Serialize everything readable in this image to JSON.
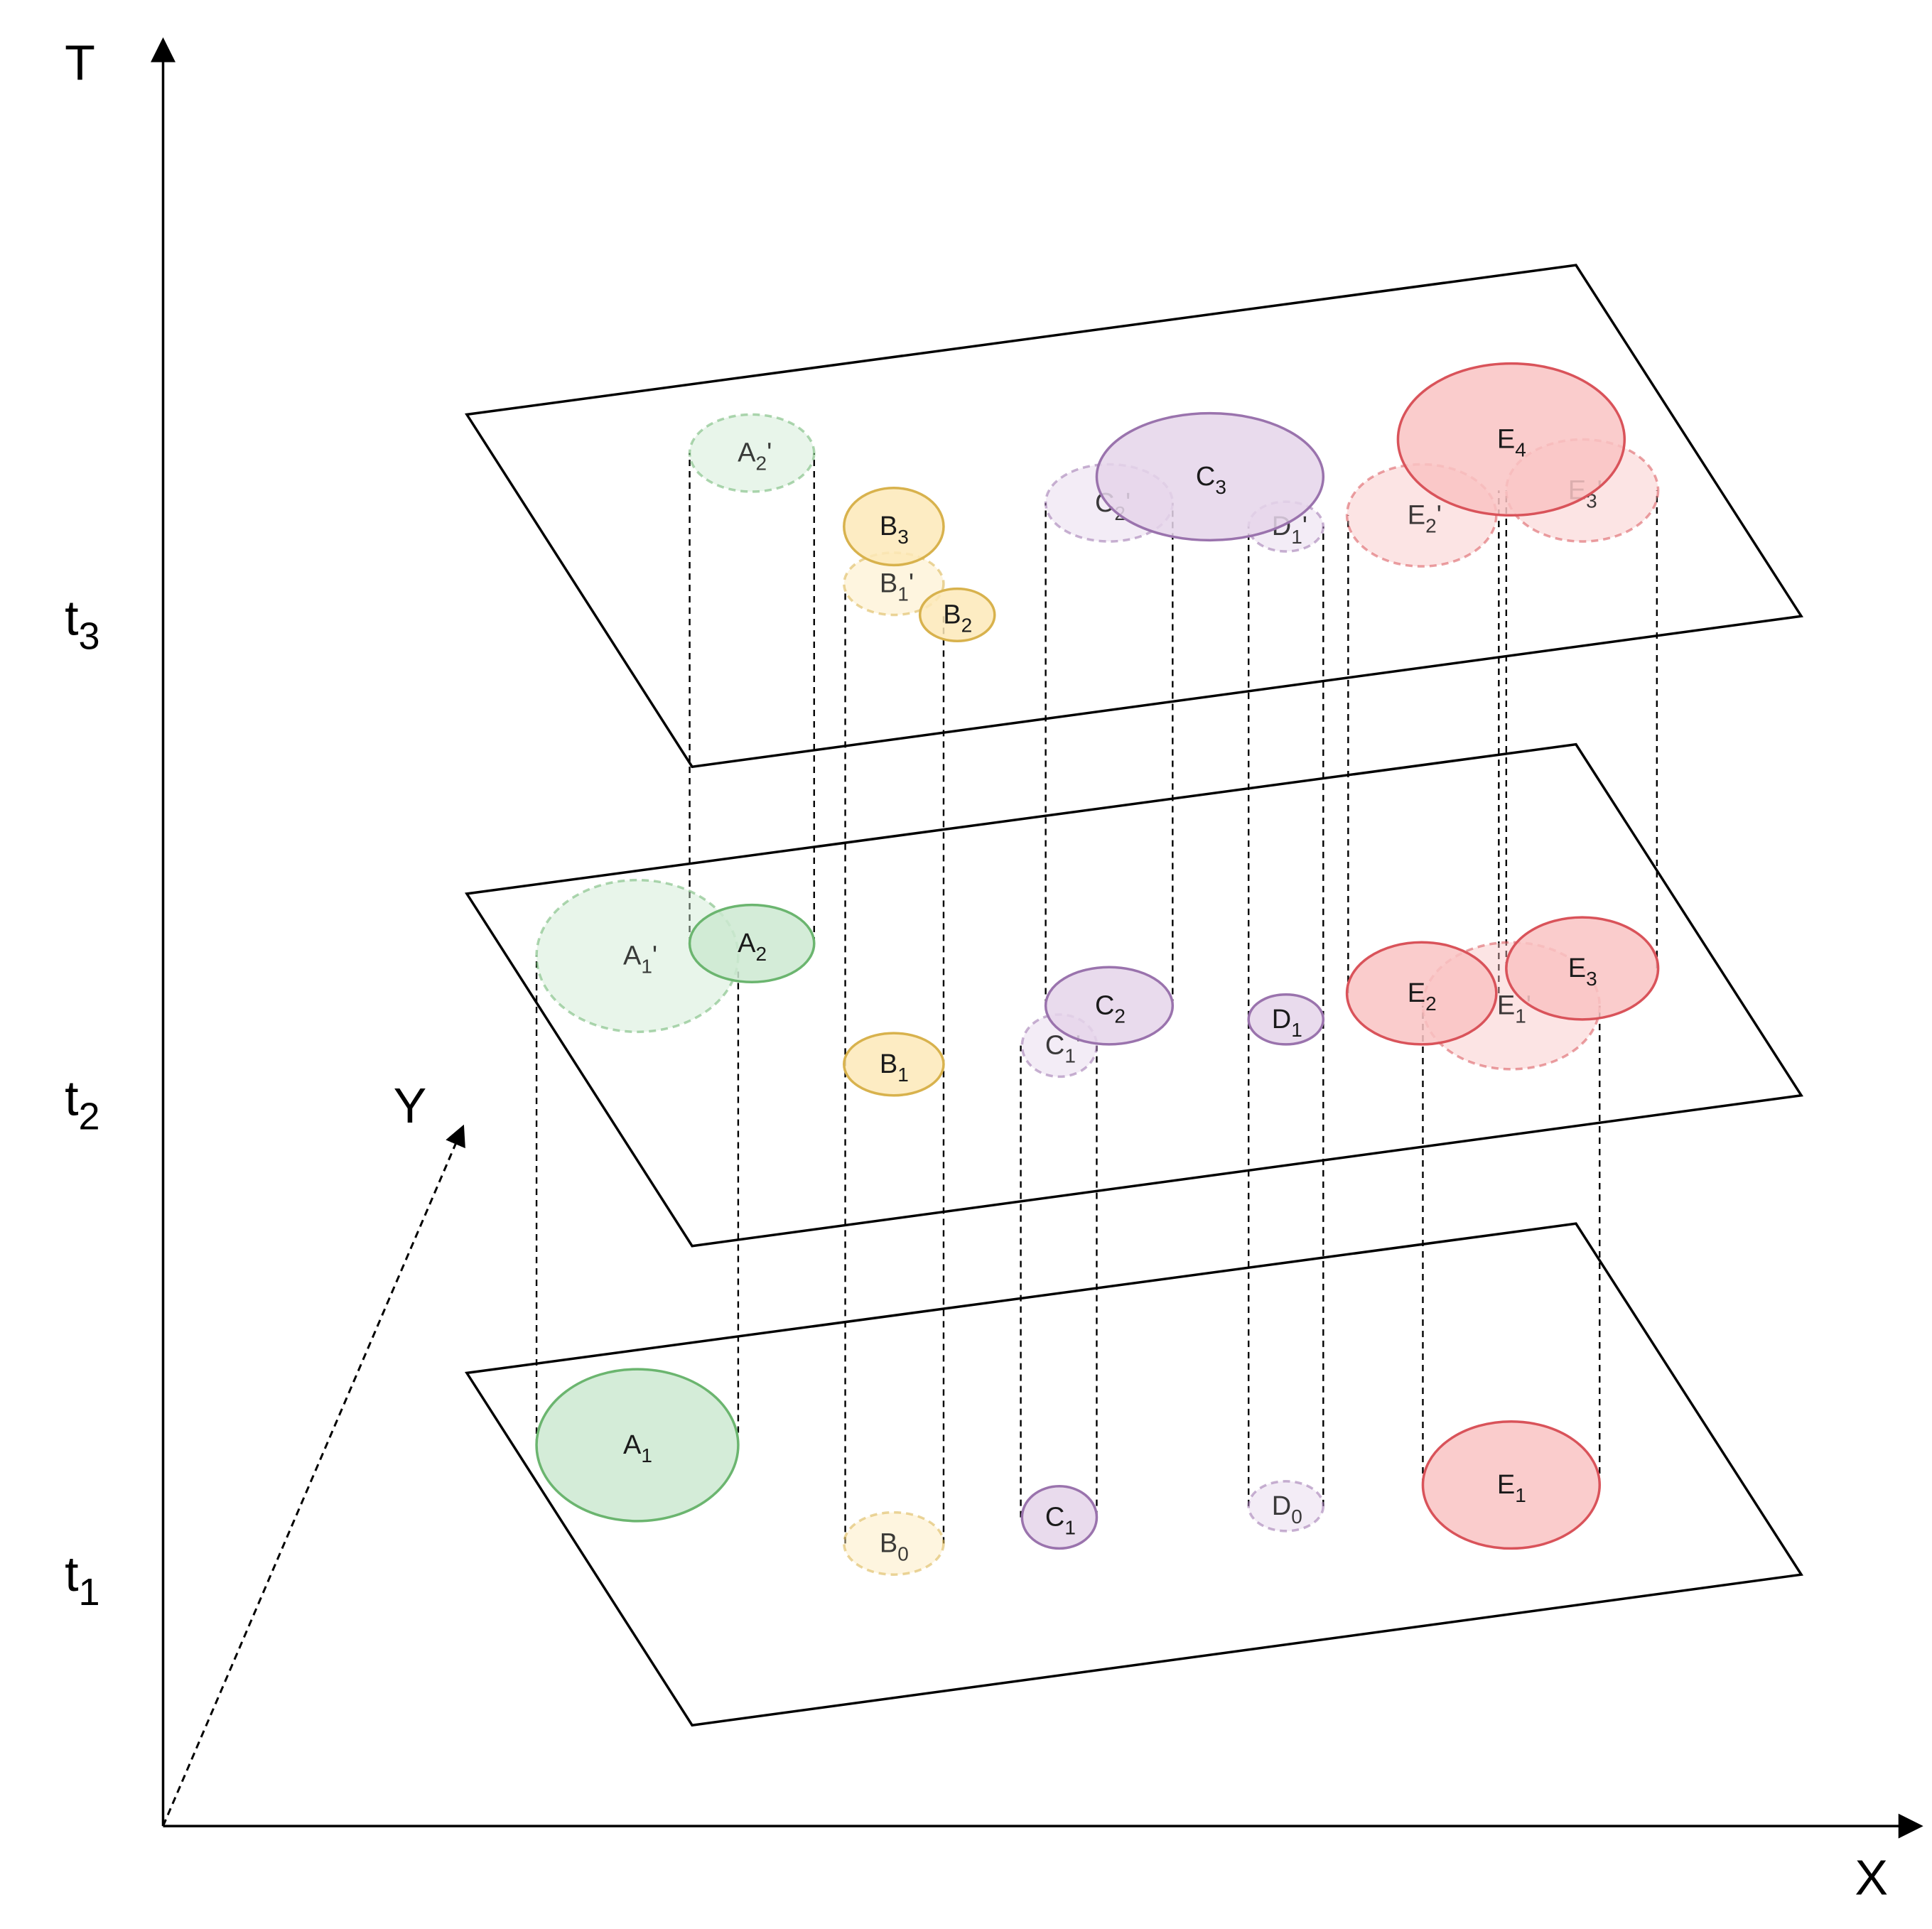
{
  "axes": {
    "t": "T",
    "x": "X",
    "y": "Y"
  },
  "time_labels": [
    {
      "base": "t",
      "sub": "3"
    },
    {
      "base": "t",
      "sub": "2"
    },
    {
      "base": "t",
      "sub": "1"
    }
  ],
  "colors": {
    "green": {
      "fill": "#cde9d1",
      "stroke": "#6bb56f"
    },
    "yellow": {
      "fill": "#fde9b8",
      "stroke": "#d8b24d"
    },
    "purple": {
      "fill": "#e5d5ea",
      "stroke": "#9a73ad"
    },
    "red": {
      "fill": "#f9c3c3",
      "stroke": "#d9535a"
    }
  },
  "regions": [
    {
      "id": "A1",
      "base": "A",
      "sub": "1",
      "prime": "",
      "plane": "t1",
      "color": "green",
      "ghost": false
    },
    {
      "id": "B0",
      "base": "B",
      "sub": "0",
      "prime": "",
      "plane": "t1",
      "color": "yellow",
      "ghost": true
    },
    {
      "id": "C1",
      "base": "C",
      "sub": "1",
      "prime": "",
      "plane": "t1",
      "color": "purple",
      "ghost": false
    },
    {
      "id": "D0",
      "base": "D",
      "sub": "0",
      "prime": "",
      "plane": "t1",
      "color": "purple",
      "ghost": true
    },
    {
      "id": "E1",
      "base": "E",
      "sub": "1",
      "prime": "",
      "plane": "t1",
      "color": "red",
      "ghost": false
    },
    {
      "id": "A1p",
      "base": "A",
      "sub": "1",
      "prime": "'",
      "plane": "t2",
      "color": "green",
      "ghost": true
    },
    {
      "id": "A2",
      "base": "A",
      "sub": "2",
      "prime": "",
      "plane": "t2",
      "color": "green",
      "ghost": false
    },
    {
      "id": "B1",
      "base": "B",
      "sub": "1",
      "prime": "",
      "plane": "t2",
      "color": "yellow",
      "ghost": false
    },
    {
      "id": "C1p",
      "base": "C",
      "sub": "1",
      "prime": "'",
      "plane": "t2",
      "color": "purple",
      "ghost": true
    },
    {
      "id": "C2",
      "base": "C",
      "sub": "2",
      "prime": "",
      "plane": "t2",
      "color": "purple",
      "ghost": false
    },
    {
      "id": "D1",
      "base": "D",
      "sub": "1",
      "prime": "",
      "plane": "t2",
      "color": "purple",
      "ghost": false
    },
    {
      "id": "E1p",
      "base": "E",
      "sub": "1",
      "prime": "'",
      "plane": "t2",
      "color": "red",
      "ghost": true
    },
    {
      "id": "E2",
      "base": "E",
      "sub": "2",
      "prime": "",
      "plane": "t2",
      "color": "red",
      "ghost": false
    },
    {
      "id": "E3",
      "base": "E",
      "sub": "3",
      "prime": "",
      "plane": "t2",
      "color": "red",
      "ghost": false
    },
    {
      "id": "A2p",
      "base": "A",
      "sub": "2",
      "prime": "'",
      "plane": "t3",
      "color": "green",
      "ghost": true
    },
    {
      "id": "B1p",
      "base": "B",
      "sub": "1",
      "prime": "'",
      "plane": "t3",
      "color": "yellow",
      "ghost": true
    },
    {
      "id": "B3",
      "base": "B",
      "sub": "3",
      "prime": "",
      "plane": "t3",
      "color": "yellow",
      "ghost": false
    },
    {
      "id": "B2",
      "base": "B",
      "sub": "2",
      "prime": "",
      "plane": "t3",
      "color": "yellow",
      "ghost": false
    },
    {
      "id": "C2p",
      "base": "C",
      "sub": "2",
      "prime": "'",
      "plane": "t3",
      "color": "purple",
      "ghost": true
    },
    {
      "id": "C3",
      "base": "C",
      "sub": "3",
      "prime": "",
      "plane": "t3",
      "color": "purple",
      "ghost": false
    },
    {
      "id": "D1p",
      "base": "D",
      "sub": "1",
      "prime": "'",
      "plane": "t3",
      "color": "purple",
      "ghost": true
    },
    {
      "id": "E2p",
      "base": "E",
      "sub": "2",
      "prime": "'",
      "plane": "t3",
      "color": "red",
      "ghost": true
    },
    {
      "id": "E3p",
      "base": "E",
      "sub": "3",
      "prime": "'",
      "plane": "t3",
      "color": "red",
      "ghost": true
    },
    {
      "id": "E4",
      "base": "E",
      "sub": "4",
      "prime": "",
      "plane": "t3",
      "color": "red",
      "ghost": false
    }
  ]
}
